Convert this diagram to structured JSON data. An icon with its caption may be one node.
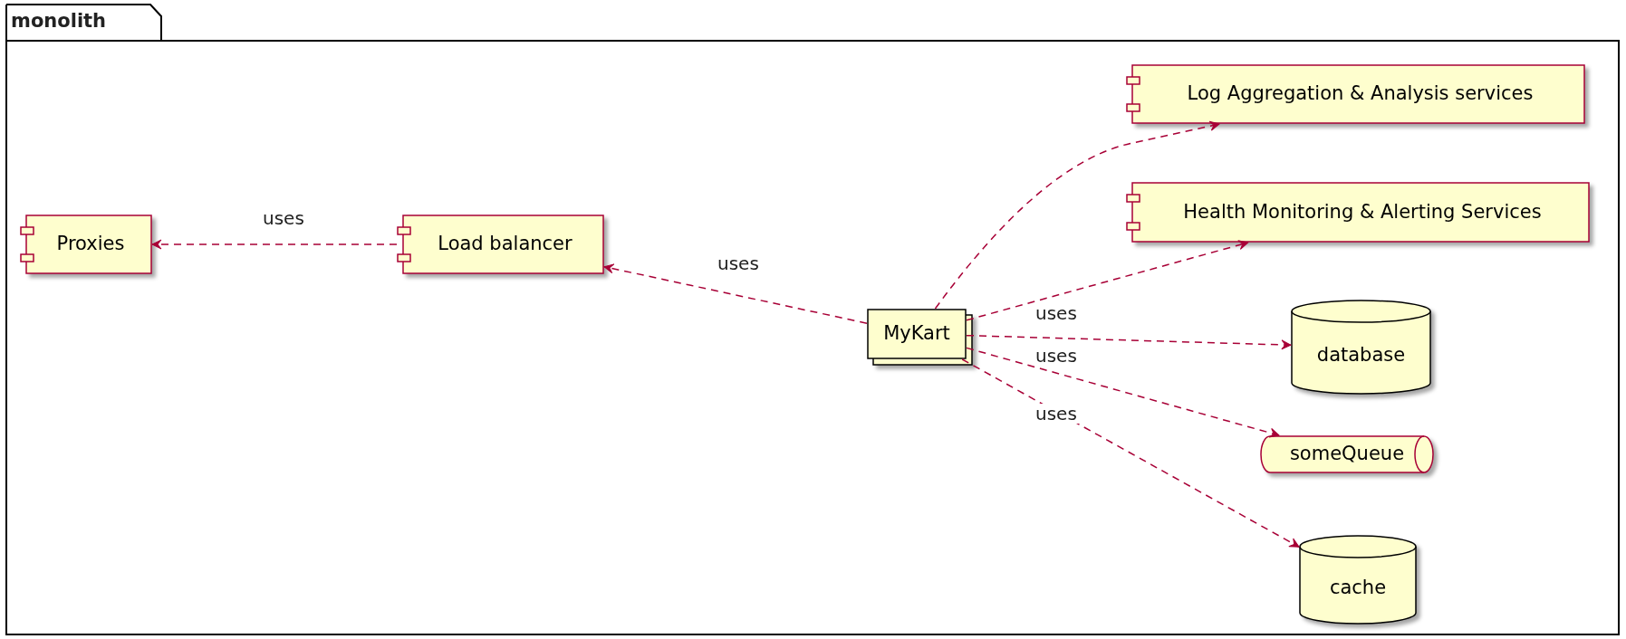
{
  "diagram": {
    "nodes": [
      {
        "text": [
          "monolith"
        ]
      },
      {
        "text": [
          "Proxies"
        ],
        "in": 0
      },
      {
        "text": [
          "Load balancer"
        ],
        "in": 0
      },
      {
        "text": [
          "MyKart"
        ],
        "in": 0
      },
      {
        "text": [
          "Log Aggregation & Analysis services"
        ],
        "in": 0
      },
      {
        "text": [
          "Health Monitoring & Alerting Services"
        ],
        "in": 0
      },
      {
        "text": [
          "database"
        ],
        "in": 0
      },
      {
        "text": [
          "someQueue"
        ],
        "in": 0
      },
      {
        "text": [
          "cache"
        ],
        "in": 0
      }
    ],
    "edges": [
      {
        "from": 2,
        "to": 1,
        "arrow": "to",
        "label": "uses"
      },
      {
        "from": 3,
        "to": 2,
        "arrow": "to",
        "label": "uses"
      },
      {
        "from": 3,
        "to": 4,
        "arrow": "to"
      },
      {
        "from": 3,
        "to": 5,
        "arrow": "to"
      },
      {
        "from": 3,
        "to": 6,
        "arrow": "to",
        "label": "uses"
      },
      {
        "from": 3,
        "to": 7,
        "arrow": "to",
        "label": "uses"
      },
      {
        "from": 3,
        "to": 8,
        "arrow": "to",
        "label": "uses"
      }
    ]
  }
}
